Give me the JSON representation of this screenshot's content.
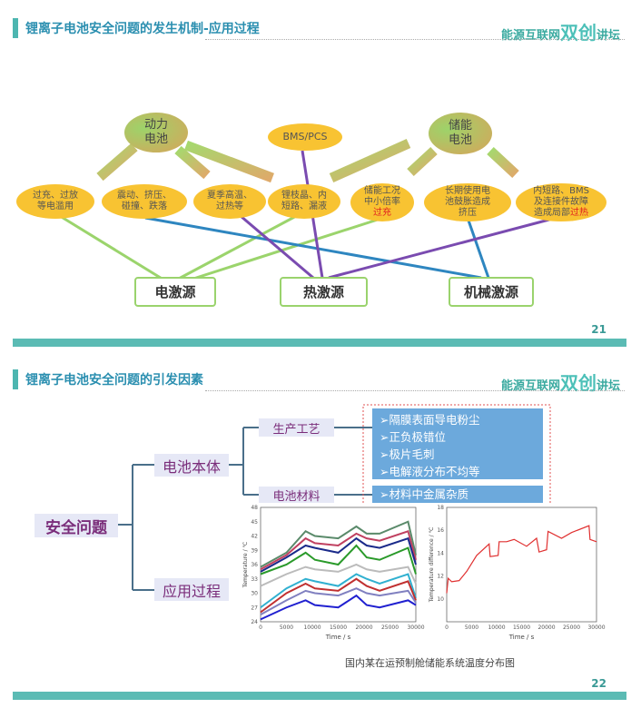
{
  "slide1": {
    "title": "锂离子电池安全问题的发生机制-应用过程",
    "logo": {
      "small": "能源互联网",
      "big": "双创",
      "tail": "讲坛"
    },
    "page": "21",
    "sources": {
      "power": [
        "动力",
        "电池"
      ],
      "bms": "BMS/PCS",
      "storage": [
        "储能",
        "电池"
      ]
    },
    "causes": [
      [
        "过充、过放",
        "等电滥用"
      ],
      [
        "震动、挤压、",
        "碰撞、跌落"
      ],
      [
        "夏季高温、",
        "过热等"
      ],
      [
        "锂枝晶、内",
        "短路、漏液"
      ],
      [
        "储能工况",
        "中小倍率",
        ""
      ],
      [
        "长期使用电",
        "池鼓胀造成",
        "挤压"
      ],
      [
        "内短路、BMS",
        "及连接件故障",
        "造成局部"
      ]
    ],
    "cause5_red": "过充",
    "cause7_red": "过热",
    "results": [
      "电激源",
      "热激源",
      "机械激源"
    ]
  },
  "slide2": {
    "title": "锂离子电池安全问题的引发因素",
    "page": "22",
    "root": "安全问题",
    "battery": "电池本体",
    "application": "应用过程",
    "process": "生产工艺",
    "material": "电池材料",
    "process_items": [
      "➢隔膜表面导电粉尘",
      "➢正负极错位",
      "➢极片毛刺",
      "➢电解液分布不均等"
    ],
    "material_items": [
      "➢材料中金属杂质"
    ],
    "caption": "国内某在运预制舱储能系统温度分布图"
  },
  "chart_data": [
    {
      "type": "line",
      "xlabel": "Time / s",
      "ylabel": "Temperature / ℃",
      "xlim": [
        0,
        30000
      ],
      "ylim": [
        24,
        48
      ],
      "xticks": [
        0,
        5000,
        10000,
        15000,
        20000,
        25000,
        30000
      ],
      "yticks": [
        24,
        27,
        30,
        33,
        36,
        39,
        42,
        45,
        48
      ],
      "x": [
        0,
        5000,
        8700,
        10500,
        15000,
        18500,
        20500,
        23000,
        28500,
        30000
      ],
      "series": [
        {
          "color": "#5a8a6a",
          "values": [
            35.5,
            38.5,
            43,
            42,
            41.5,
            44,
            42.5,
            42.5,
            45,
            38
          ]
        },
        {
          "color": "#c04060",
          "values": [
            35,
            38,
            41.5,
            40.5,
            40,
            42.5,
            41.5,
            41,
            43,
            37
          ]
        },
        {
          "color": "#1a2a8a",
          "values": [
            34.5,
            37.5,
            40,
            39.5,
            38.5,
            41.5,
            40,
            39.5,
            41.5,
            36
          ]
        },
        {
          "color": "#2a9a2a",
          "values": [
            34,
            36,
            38.5,
            37,
            36,
            40,
            37.5,
            37,
            39.5,
            34
          ]
        },
        {
          "color": "#bbbbbb",
          "values": [
            31.5,
            34,
            35.5,
            35,
            34.5,
            36,
            35,
            34.5,
            35.5,
            32
          ]
        },
        {
          "color": "#30b0d0",
          "values": [
            27,
            31,
            33,
            32.5,
            31.5,
            34,
            33,
            32,
            34,
            29
          ]
        },
        {
          "color": "#c03030",
          "values": [
            26,
            30,
            32,
            31,
            30.5,
            33,
            31.5,
            30.5,
            32.5,
            28.5
          ]
        },
        {
          "color": "#8080c0",
          "values": [
            25.5,
            28.5,
            30.5,
            30,
            29.5,
            31,
            30,
            29.5,
            30.5,
            28
          ]
        },
        {
          "color": "#2020d0",
          "values": [
            24.5,
            27,
            28.5,
            27.5,
            27,
            29.5,
            27.5,
            27,
            28.5,
            27.5
          ]
        }
      ]
    },
    {
      "type": "line",
      "xlabel": "Time / s",
      "ylabel": "Temperature difference / ℃",
      "xlim": [
        0,
        30000
      ],
      "ylim": [
        8,
        18
      ],
      "xticks": [
        0,
        5000,
        10000,
        15000,
        20000,
        25000,
        30000
      ],
      "yticks": [
        10,
        12,
        14,
        16,
        18
      ],
      "series": [
        {
          "color": "#e03030",
          "x": [
            0,
            300,
            1000,
            2500,
            4000,
            6000,
            8500,
            8700,
            10300,
            10500,
            12000,
            13500,
            16000,
            18000,
            18500,
            20000,
            20300,
            23000,
            25000,
            28500,
            28700,
            30000
          ],
          "values": [
            10.5,
            11.8,
            11.5,
            11.6,
            12.4,
            13.8,
            14.8,
            13.7,
            13.8,
            15,
            15,
            15.2,
            14.6,
            15.3,
            14.1,
            14.3,
            15.9,
            15.3,
            15.8,
            16.4,
            15.2,
            15
          ]
        }
      ]
    }
  ]
}
